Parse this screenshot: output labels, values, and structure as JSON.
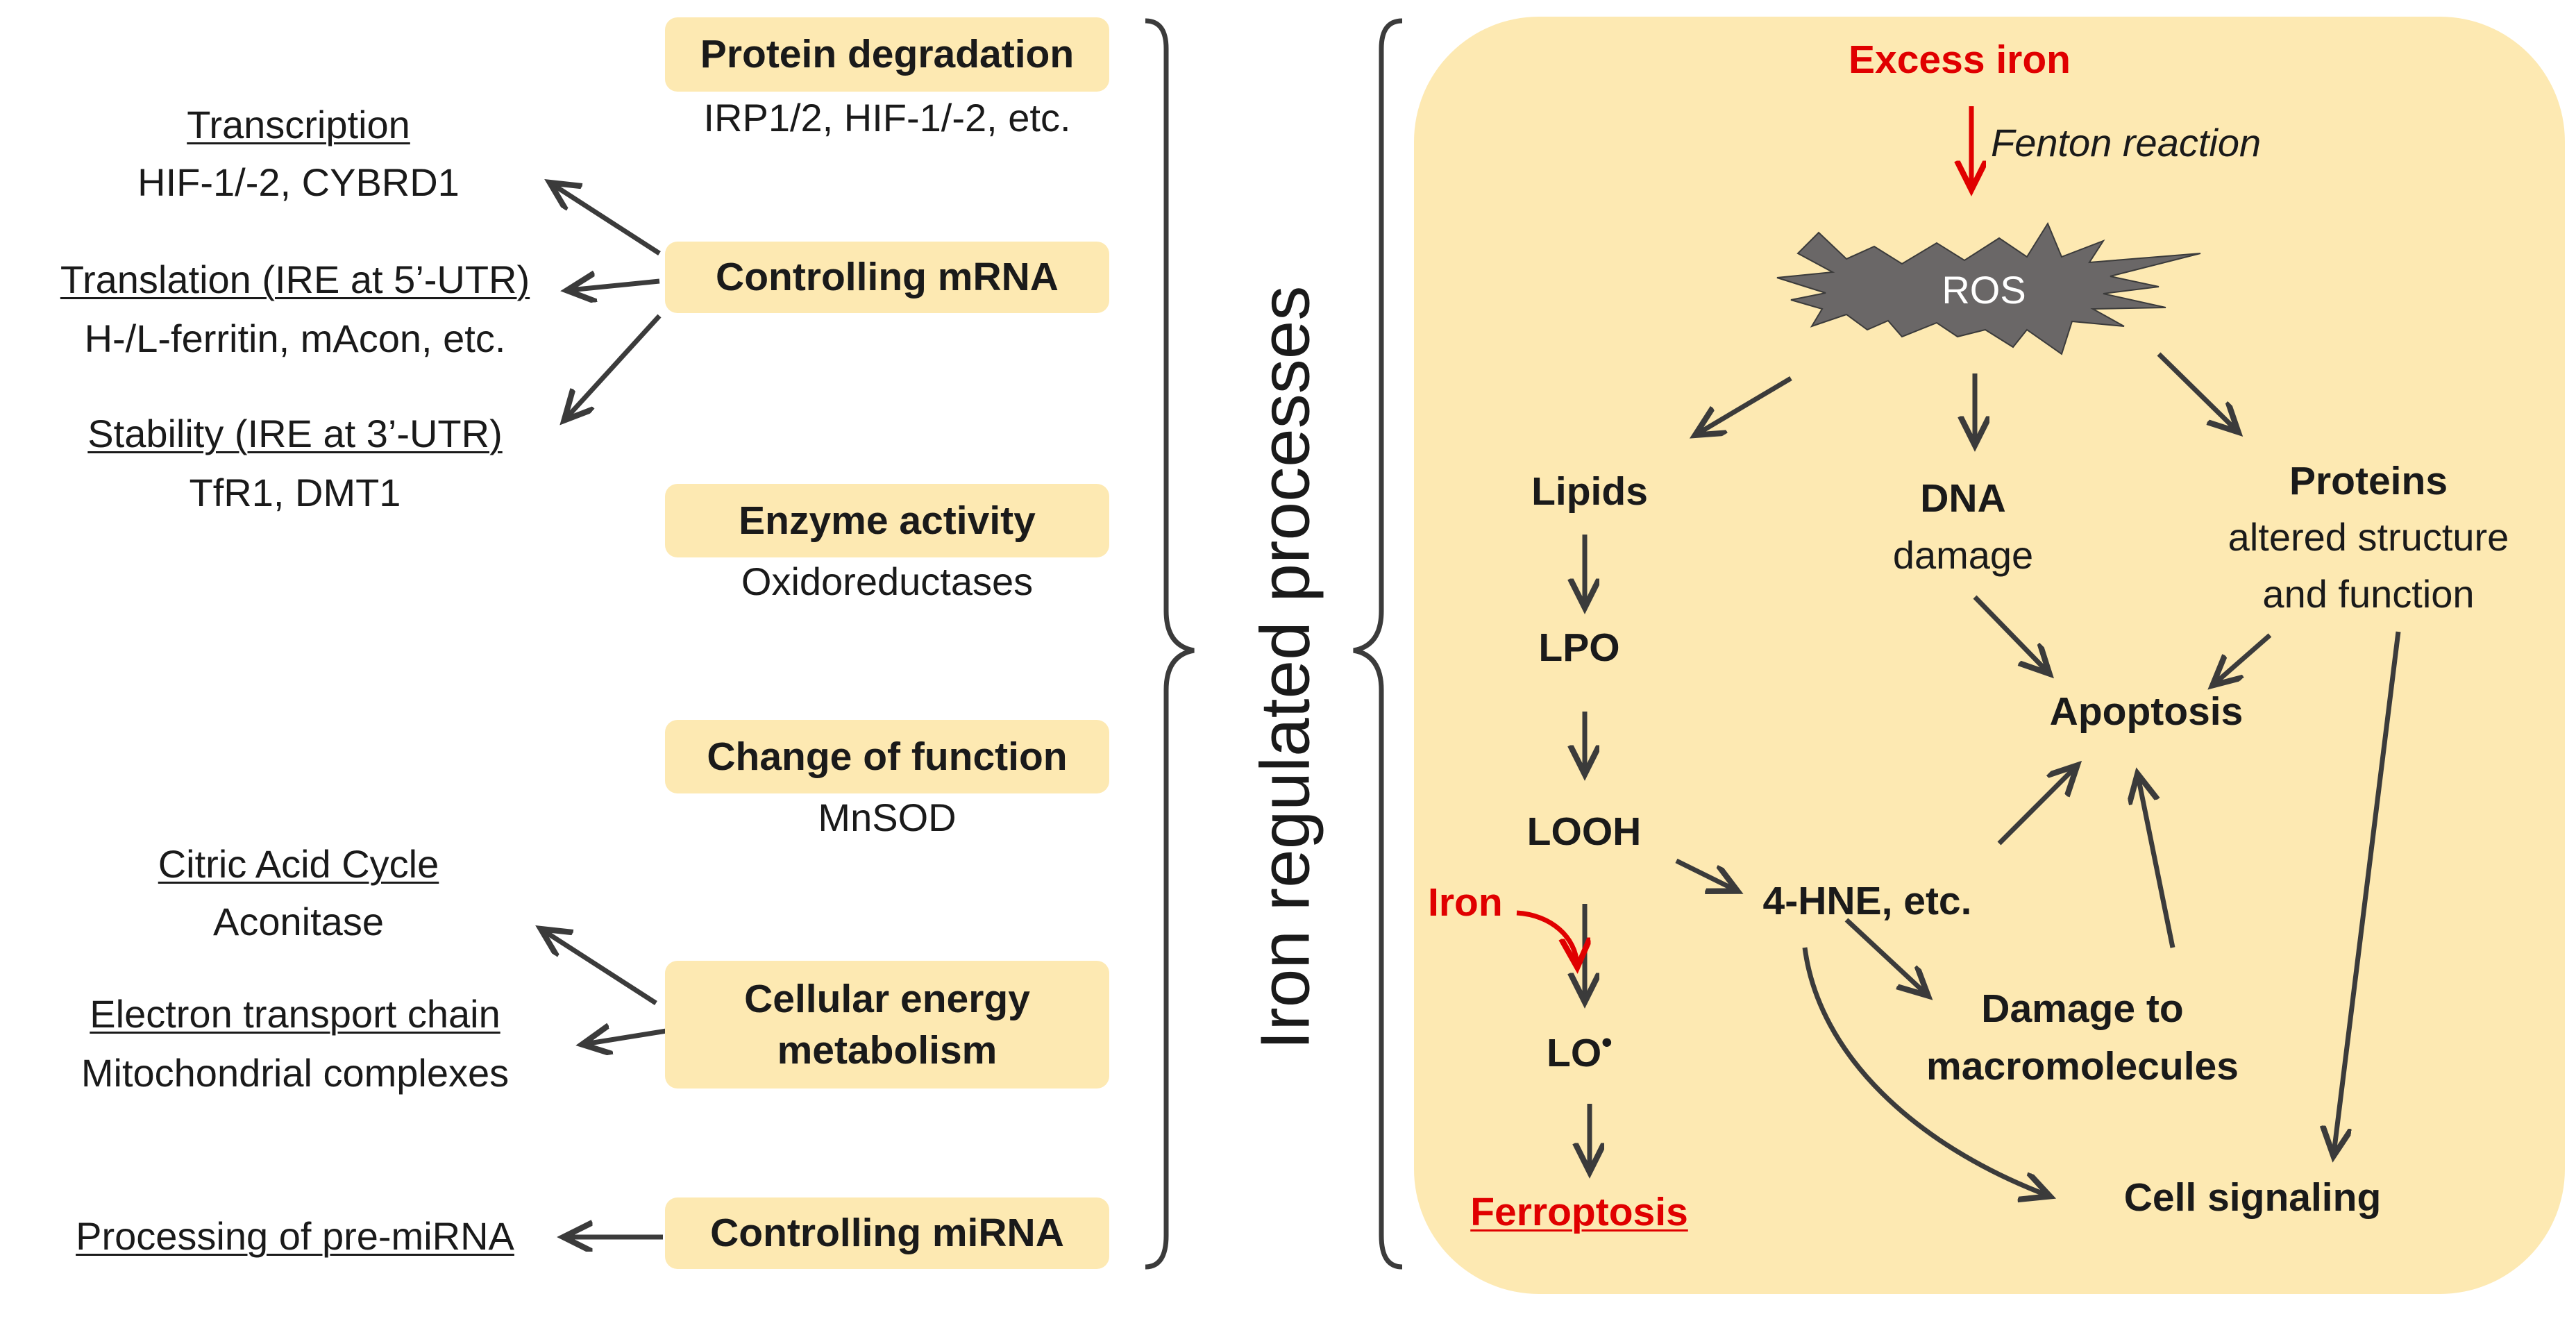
{
  "left": {
    "boxes": {
      "protein_degradation": "Protein degradation",
      "controlling_mrna": "Controlling mRNA",
      "enzyme_activity": "Enzyme activity",
      "change_of_function": "Change of function",
      "cellular_energy_1": "Cellular energy",
      "cellular_energy_2": "metabolism",
      "controlling_mirna": "Controlling miRNA"
    },
    "subtexts": {
      "protein_degradation": "IRP1/2, HIF-1/-2, etc.",
      "enzyme_activity": "Oxidoreductases",
      "change_of_function": "MnSOD"
    },
    "targets": {
      "transcription_title": "Transcription",
      "transcription_items": "HIF-1/-2, CYBRD1",
      "translation_title": "Translation (IRE at 5’-UTR)",
      "translation_items": "H-/L-ferritin, mAcon, etc.",
      "stability_title": "Stability (IRE at 3’-UTR)",
      "stability_items": "TfR1, DMT1",
      "citric_title": "Citric Acid Cycle",
      "citric_items": "Aconitase",
      "etc_title": "Electron transport chain",
      "etc_items": "Mitochondrial complexes",
      "mirna_title": "Processing of pre-miRNA"
    }
  },
  "center": {
    "vertical_title": "Iron regulated processes"
  },
  "right": {
    "panel_color": "#fde9b2",
    "excess_iron": "Excess iron",
    "fenton": "Fenton reaction",
    "ros": "ROS",
    "lipids": "Lipids",
    "dna": "DNA",
    "dna_sub": "damage",
    "proteins": "Proteins",
    "proteins_sub_1": "altered structure",
    "proteins_sub_2": "and function",
    "lpo": "LPO",
    "looh": "LOOH",
    "iron": "Iron",
    "lo": "LO",
    "lo_dot": "•",
    "ferroptosis": "Ferroptosis",
    "hne": "4-HNE, etc.",
    "apoptosis": "Apoptosis",
    "damage_1": "Damage to",
    "damage_2": "macromolecules",
    "cell_signaling": "Cell signaling"
  },
  "colors": {
    "arrow": "#3b3b3b",
    "red": "#e00000",
    "box": "#fde9b2",
    "ros_star": "#6a6767"
  }
}
